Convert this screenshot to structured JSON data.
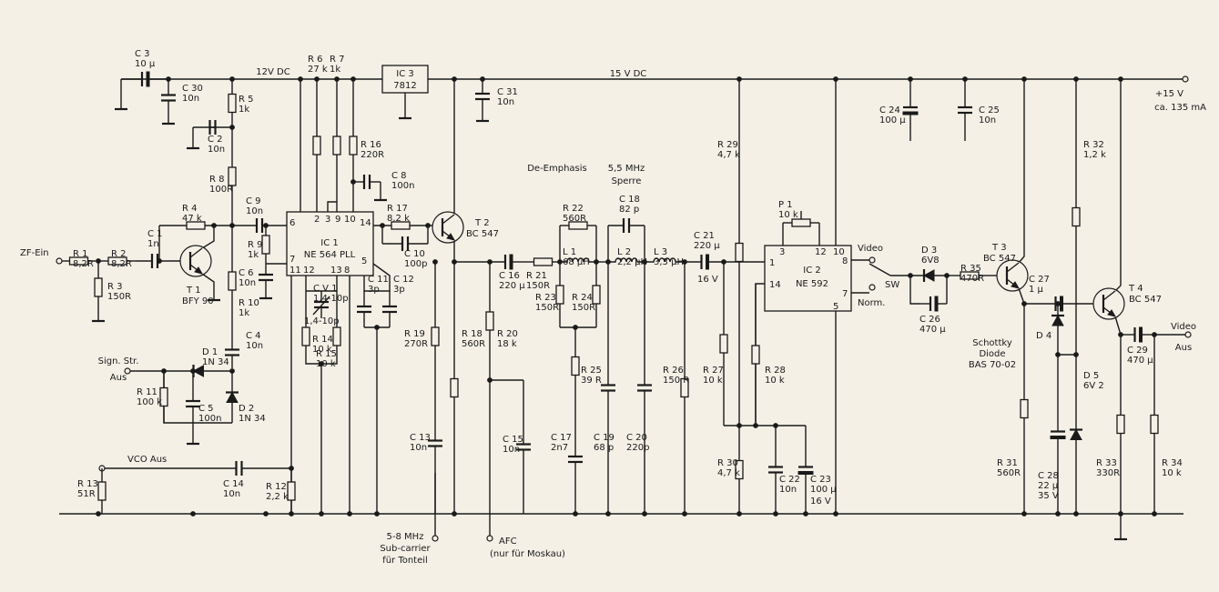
{
  "rails": {
    "v12": "12V DC",
    "v15": "15 V DC"
  },
  "supply": {
    "label": "+15 V",
    "current": "ca. 135 mA"
  },
  "ports": {
    "zf_in": "ZF-Ein",
    "sign_line1": "Sign. Str.",
    "sign_line2": "Aus",
    "vco_out": "VCO  Aus",
    "sub_line1": "5-8 MHz",
    "sub_line2": "Sub-carrier",
    "sub_line3": "für Tonteil",
    "afc_line1": "AFC",
    "afc_line2": "(nur für Moskau)",
    "video_line1": "Video",
    "video_line2": "Aus"
  },
  "sections": {
    "deemph": "De-Emphasis",
    "trap1": "5,5 MHz",
    "trap2": "Sperre"
  },
  "switch": {
    "video": "Video",
    "norm": "Norm.",
    "sw": "SW"
  },
  "schottky": {
    "l1": "Schottky",
    "l2": "Diode",
    "l3": "BAS 70-02"
  },
  "ics": {
    "ic1": {
      "ref": "IC 1",
      "type": "NE 564 PLL",
      "pins": [
        "6",
        "2",
        "3",
        "9",
        "10",
        "14",
        "7",
        "11",
        "12",
        "13",
        "8",
        "5"
      ]
    },
    "ic2": {
      "ref": "IC 2",
      "type": "NE 592",
      "pins": [
        "3",
        "12",
        "10",
        "1",
        "14",
        "8",
        "7",
        "5"
      ]
    },
    "ic3": {
      "ref": "IC 3",
      "type": "7812"
    }
  },
  "transistors": {
    "t1": {
      "ref": "T 1",
      "type": "BFY 90"
    },
    "t2": {
      "ref": "T 2",
      "type": "BC 547"
    },
    "t3": {
      "ref": "T 3",
      "type": "BC 547"
    },
    "t4": {
      "ref": "T 4",
      "type": "BC 547"
    }
  },
  "resistors": {
    "r1": {
      "ref": "R 1",
      "val": "8,2R"
    },
    "r2": {
      "ref": "R 2",
      "val": "8,2R"
    },
    "r3": {
      "ref": "R 3",
      "val": "150R"
    },
    "r4": {
      "ref": "R 4",
      "val": "47 k"
    },
    "r5": {
      "ref": "R 5",
      "val": "1k"
    },
    "r6": {
      "ref": "R 6",
      "val": "27 k"
    },
    "r7": {
      "ref": "R 7",
      "val": "1k"
    },
    "r8": {
      "ref": "R 8",
      "val": "100R"
    },
    "r9": {
      "ref": "R 9",
      "val": "1k"
    },
    "r10": {
      "ref": "R 10",
      "val": "1k"
    },
    "r11": {
      "ref": "R 11",
      "val": "100 k"
    },
    "r12": {
      "ref": "R 12",
      "val": "2,2 k"
    },
    "r13": {
      "ref": "R 13",
      "val": "51R"
    },
    "r14": {
      "ref": "R 14",
      "val": "10 k"
    },
    "r15": {
      "ref": "R 15",
      "val": "10 k"
    },
    "r16": {
      "ref": "R 16",
      "val": "220R"
    },
    "r17": {
      "ref": "R 17",
      "val": "8,2 k"
    },
    "r18": {
      "ref": "R 18",
      "val": "560R"
    },
    "r19": {
      "ref": "R 19",
      "val": "270R"
    },
    "r20": {
      "ref": "R 20",
      "val": "18 k"
    },
    "r21": {
      "ref": "R 21",
      "val": "150R"
    },
    "r22": {
      "ref": "R 22",
      "val": "560R"
    },
    "r23": {
      "ref": "R 23",
      "val": "150R"
    },
    "r24": {
      "ref": "R 24",
      "val": "150R"
    },
    "r25": {
      "ref": "R 25",
      "val": "39 R"
    },
    "r26": {
      "ref": "R 26",
      "val": "150 R"
    },
    "r27": {
      "ref": "R 27",
      "val": "10 k"
    },
    "r28": {
      "ref": "R 28",
      "val": "10 k"
    },
    "r29": {
      "ref": "R 29",
      "val": "4,7 k"
    },
    "r30": {
      "ref": "R 30",
      "val": "4,7 k"
    },
    "r31": {
      "ref": "R 31",
      "val": "560R"
    },
    "r32": {
      "ref": "R 32",
      "val": "1,2 k"
    },
    "r33": {
      "ref": "R 33",
      "val": "330R"
    },
    "r34": {
      "ref": "R 34",
      "val": "10 k"
    },
    "r35": {
      "ref": "R 35",
      "val": "470R"
    },
    "p1": {
      "ref": "P 1",
      "val": "10 k"
    }
  },
  "capacitors": {
    "c1": {
      "ref": "C 1",
      "val": "1n"
    },
    "c2": {
      "ref": "C 2",
      "val": "10n"
    },
    "c3": {
      "ref": "C 3",
      "val": "10 µ"
    },
    "c4": {
      "ref": "C 4",
      "val": "10n"
    },
    "c5": {
      "ref": "C 5",
      "val": "100n"
    },
    "c6": {
      "ref": "C 6",
      "val": "10n"
    },
    "c8": {
      "ref": "C 8",
      "val": "100n"
    },
    "c9": {
      "ref": "C 9",
      "val": "10n"
    },
    "c10": {
      "ref": "C 10",
      "val": "100p"
    },
    "c11": {
      "ref": "C 11",
      "val": "3p"
    },
    "c12": {
      "ref": "C 12",
      "val": "3p"
    },
    "c13": {
      "ref": "C 13",
      "val": "10n"
    },
    "c14": {
      "ref": "C 14",
      "val": "10n"
    },
    "c15": {
      "ref": "C 15",
      "val": "10n"
    },
    "c16": {
      "ref": "C 16",
      "val": "220 µ"
    },
    "c17": {
      "ref": "C 17",
      "val": "2n7"
    },
    "c18": {
      "ref": "C 18",
      "val": "82 p"
    },
    "c19": {
      "ref": "C 19",
      "val": "68 p"
    },
    "c20": {
      "ref": "C 20",
      "val": "220p"
    },
    "c21": {
      "ref": "C 21",
      "val": "220 µ",
      "v": "16 V"
    },
    "c22": {
      "ref": "C 22",
      "val": "10n"
    },
    "c23": {
      "ref": "C 23",
      "val": "100 µ",
      "v": "16 V"
    },
    "c24": {
      "ref": "C 24",
      "val": "100 µ"
    },
    "c25": {
      "ref": "C 25",
      "val": "10n"
    },
    "c26": {
      "ref": "C 26",
      "val": "470 µ"
    },
    "c27": {
      "ref": "C 27",
      "val": "1 µ"
    },
    "c28": {
      "ref": "C 28",
      "val": "22 µ",
      "v": "35 V"
    },
    "c29": {
      "ref": "C 29",
      "val": "470 µ"
    },
    "c30": {
      "ref": "C 30",
      "val": "10n"
    },
    "c31": {
      "ref": "C 31",
      "val": "10n"
    },
    "cv1": {
      "ref": "C V 1",
      "val": "1,4-10p"
    }
  },
  "inductors": {
    "l1": {
      "ref": "L 1",
      "val": "68 µH"
    },
    "l2": {
      "ref": "L 2",
      "val": "2,2 µH"
    },
    "l3": {
      "ref": "L 3",
      "val": "3,3 µH"
    }
  },
  "diodes": {
    "d1": {
      "ref": "D 1",
      "val": "1N 34"
    },
    "d2": {
      "ref": "D 2",
      "val": "1N 34"
    },
    "d3": {
      "ref": "D 3",
      "val": "6V8"
    },
    "d4": {
      "ref": "D 4"
    },
    "d5": {
      "ref": "D 5",
      "val": "6V 2"
    }
  }
}
